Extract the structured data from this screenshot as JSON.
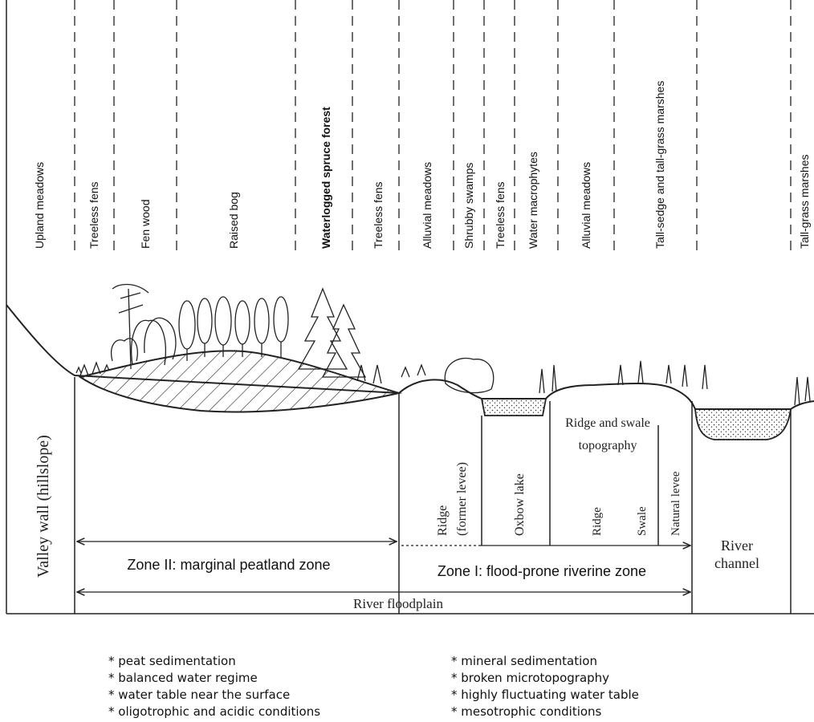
{
  "vegetation_labels": [
    "Upland meadows",
    "Treeless fens",
    "Fen wood",
    "Raised bog",
    "Waterlogged spruce forest",
    "Treeless fens",
    "Alluvial meadows",
    "Shrubby swamps",
    "Treeless fens",
    "Water macrophytes",
    "Alluvial meadows",
    "Tall-sedge and tall-grass marshes",
    "Tall-grass marshes"
  ],
  "landform_labels": {
    "valley_wall": "Valley wall (hillslope)",
    "ridge_former_levee": [
      "Ridge",
      "(former levee)"
    ],
    "oxbow_lake": "Oxbow lake",
    "ridge_and_swale": [
      "Ridge and swale",
      "topography"
    ],
    "ridge": "Ridge",
    "swale": "Swale",
    "natural_levee": "Natural levee",
    "river_channel": [
      "River",
      "channel"
    ]
  },
  "zones": {
    "zone_2": "Zone II: marginal peatland zone",
    "zone_1": "Zone I: flood-prone riverine zone",
    "floodplain": "River floodplain"
  },
  "characteristics": {
    "zone_2": [
      "* peat sedimentation",
      "* balanced water regime",
      "* water table near the surface",
      "* oligotrophic and acidic conditions"
    ],
    "zone_1": [
      "* mineral sedimentation",
      "* broken microtopography",
      "* highly fluctuating water table",
      "* mesotrophic conditions"
    ]
  }
}
